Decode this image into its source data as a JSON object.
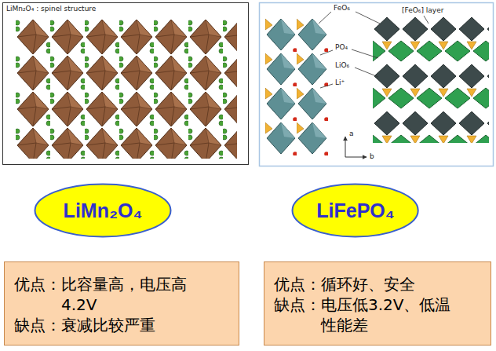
{
  "diagram": {
    "nodes": [
      {
        "text": [
          "LiMn₂O₄"
        ]
      },
      {
        "text": [
          "LiFePO₄"
        ]
      },
      {
        "text": [
          "优点：比容量高，电压高 4.2V",
          "缺点：衰减比较严重"
        ]
      },
      {
        "text": [
          "优点：循环好、安全",
          "缺点：电压低3.2V、低温 性能差"
        ]
      }
    ],
    "labels": [
      "LiMn₂O₄ : spinel structure",
      "FeO₆",
      "[FeO₆] layer",
      "PO₄",
      "LiO₆",
      "Li⁺",
      "a",
      "b"
    ]
  }
}
